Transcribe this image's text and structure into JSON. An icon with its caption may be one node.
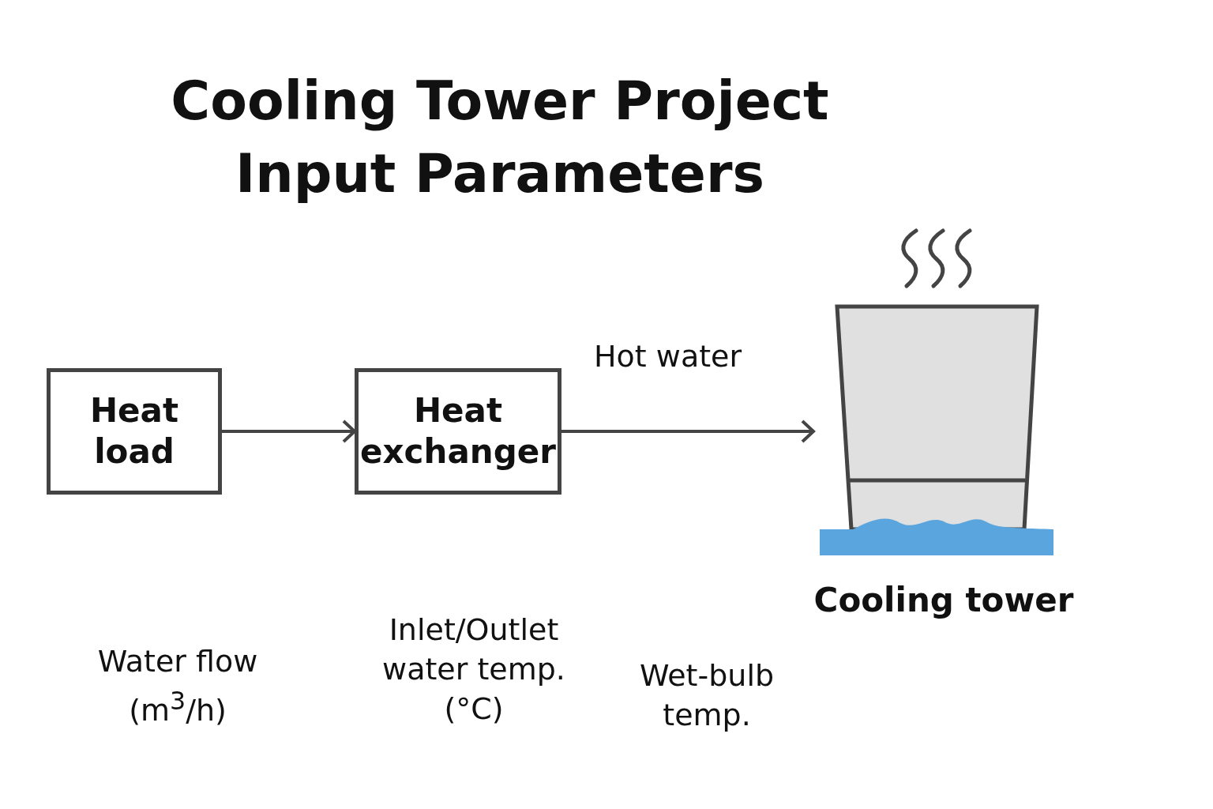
{
  "diagram": {
    "title": "Cooling Tower Project Input Parameters",
    "nodes": [
      {
        "text": [
          "Heat load"
        ]
      },
      {
        "text": [
          "Heat exchanger"
        ]
      },
      {
        "text": [
          "Cooling tower"
        ]
      }
    ],
    "edges": [
      {
        "from": 0,
        "to": 1,
        "arrow": "to"
      },
      {
        "from": 1,
        "to": 2,
        "arrow": "to",
        "label": "Hot water"
      }
    ],
    "labels": [
      "Water flow (m$^{3}$/h)",
      "Inlet/Outlet water temp. (°C)",
      "Wet-bulb temp."
    ]
  }
}
